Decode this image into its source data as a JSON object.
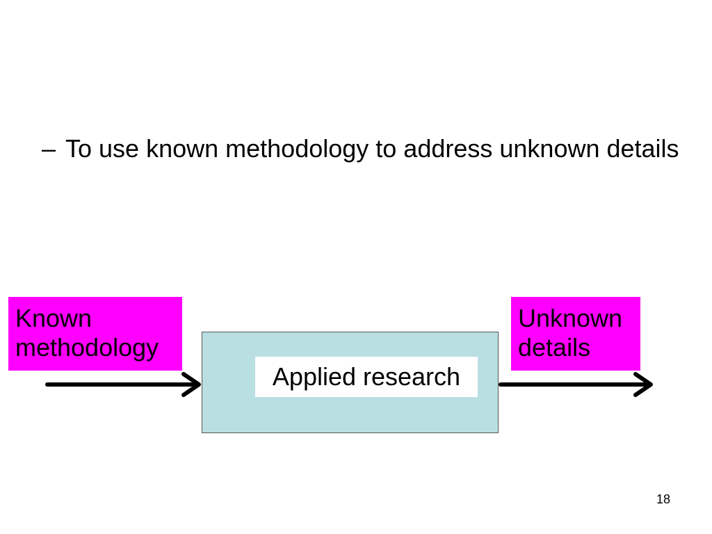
{
  "bullet": {
    "dash": "–",
    "text": "To use known methodology to address unknown details"
  },
  "diagram": {
    "input_label": "Known methodology",
    "process_label": "Applied research",
    "output_label": "Unknown details",
    "colors": {
      "label_fill": "#ff00ff",
      "process_fill": "#b9dfe2",
      "arrow": "#000000"
    }
  },
  "page_number": "18"
}
